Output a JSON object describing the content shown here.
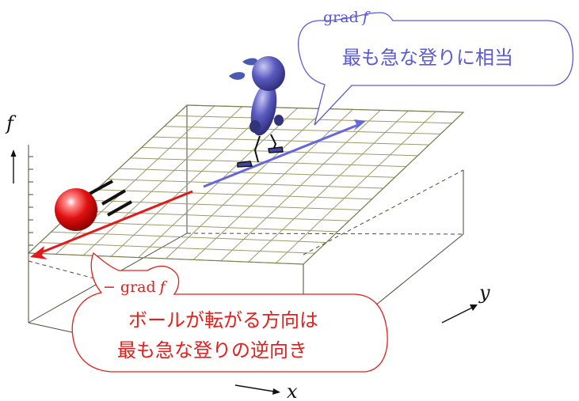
{
  "axes": {
    "f_label": "f",
    "x_label": "x",
    "y_label": "y"
  },
  "grad_bubble": {
    "grad_word": "grad",
    "f_symbol": "f",
    "text": "最も急な登りに相当",
    "color": "#5a5ad6"
  },
  "neg_grad_bubble": {
    "minus": "−",
    "grad_word": "grad",
    "f_symbol": "f",
    "line1": "ボールが転がる方向は",
    "line2": "最も急な登りの逆向き",
    "color": "#e0201c"
  },
  "colors": {
    "grid": "#9b9b6a",
    "frame": "#4a4a3a",
    "ball": "#e01010",
    "figure": "#4444a8",
    "grad_arrow": "#6666dd",
    "neg_grad_arrow": "#e01a1a"
  }
}
